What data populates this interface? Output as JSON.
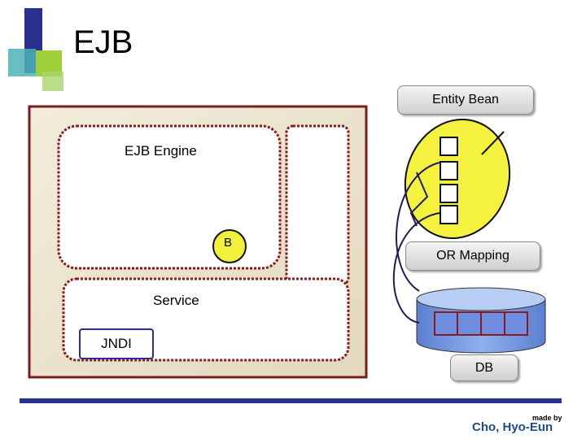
{
  "slide": {
    "title": "EJB",
    "credit_line1": "made by",
    "credit_line2": "Cho, Hyo-Eun"
  },
  "diagram": {
    "entity_bean_label": "Entity Bean",
    "ejb_engine_label": "EJB Engine",
    "bean_label": "B",
    "service_label": "Service",
    "jndi_label": "JNDI",
    "or_mapping_label": "OR Mapping",
    "db_label": "DB"
  }
}
